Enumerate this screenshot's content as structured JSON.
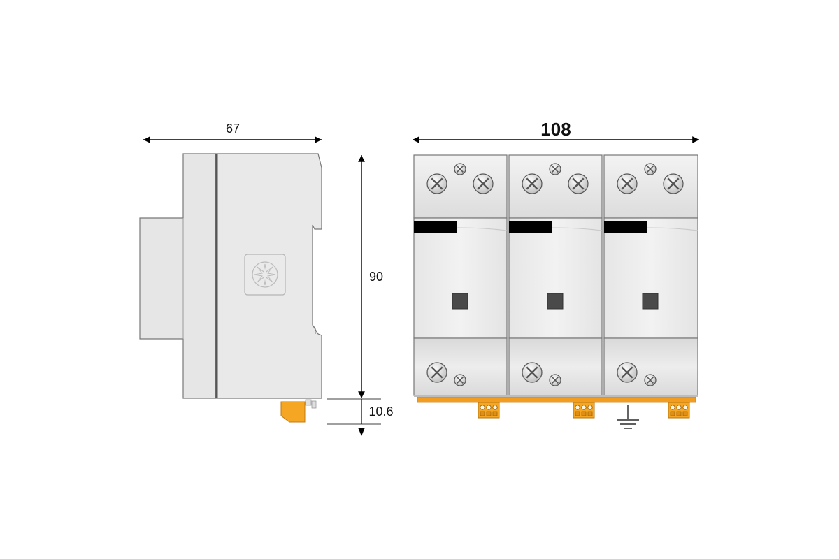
{
  "dimensions": {
    "side_width": "67",
    "front_width": "108",
    "height": "90",
    "terminal_height": "10.6"
  },
  "colors": {
    "background": "#ffffff",
    "housing": "#e9e9e9",
    "housing_edge": "#666666",
    "terminal_orange": "#f5a623",
    "rail_orange": "#f29d1f",
    "indicator": "#4a4a4a",
    "label_strip": "#000000",
    "dimension_line": "#000000"
  },
  "icons": {
    "screws": "screw-icon",
    "logo": "spark-logo-icon",
    "ground": "ground-icon"
  }
}
